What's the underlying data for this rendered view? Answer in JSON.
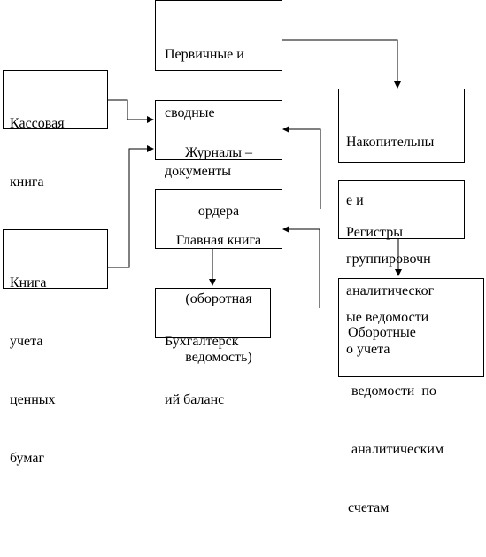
{
  "nodes": {
    "primary_docs": {
      "lines": [
        "Первичные и",
        "сводные",
        "документы"
      ]
    },
    "cash_book": {
      "lines": [
        "Кассовая",
        "книга"
      ]
    },
    "journal_orders": {
      "lines": [
        "Журналы –",
        "ордера"
      ]
    },
    "accum_statements": {
      "lines": [
        "Накопительны",
        "е и",
        "группировочн",
        "ые ведомости"
      ]
    },
    "general_ledger": {
      "lines": [
        "Главная книга",
        "(оборотная",
        "ведомость)"
      ]
    },
    "analytic_registers": {
      "lines": [
        "Регистры",
        "аналитическог",
        "о учета"
      ]
    },
    "securities_book": {
      "lines": [
        "Книга",
        "учета",
        "ценных",
        "бумаг"
      ]
    },
    "balance_sheet": {
      "lines": [
        "Бухгалтерск",
        "ий баланс"
      ]
    },
    "turnover_statements": {
      "lines": [
        "Оборотные",
        " ведомости  по",
        " аналитическим",
        "счетам"
      ]
    }
  }
}
